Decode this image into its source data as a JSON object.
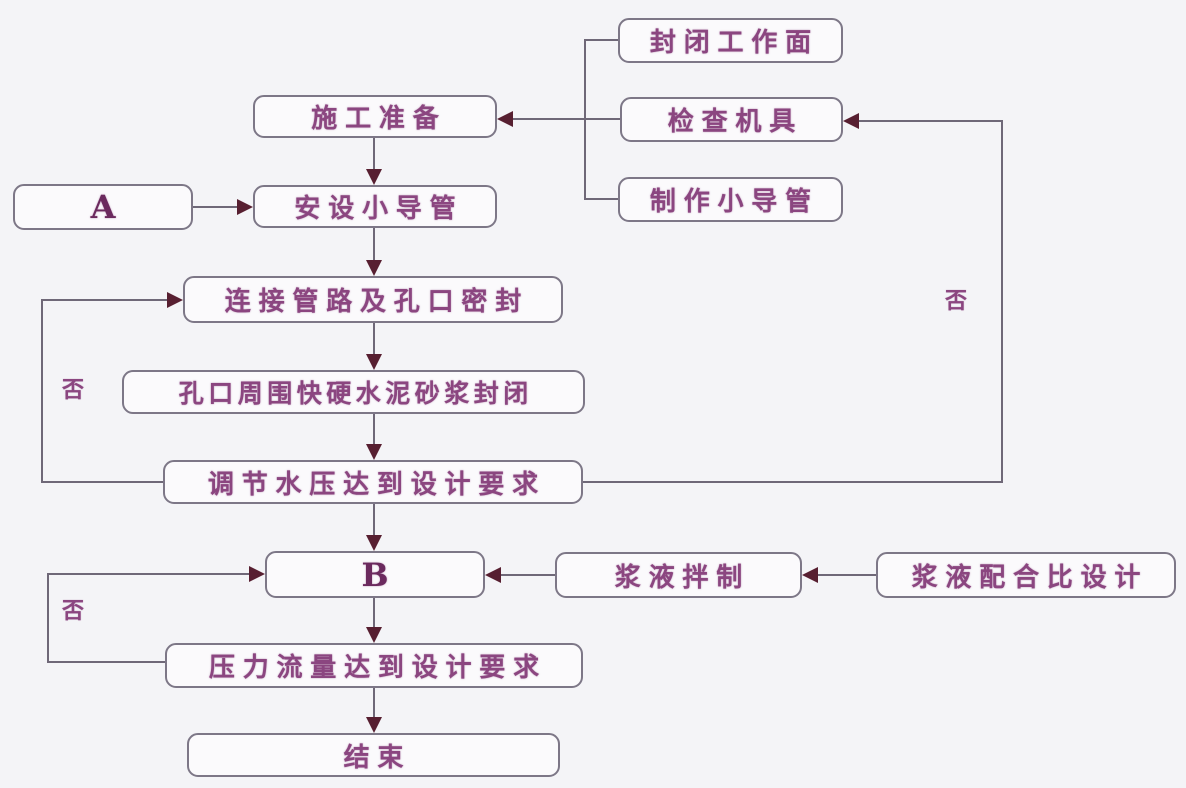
{
  "diagram_type": "flowchart",
  "colors": {
    "background": "#f4f4f7",
    "box_border": "#7d7787",
    "box_fill": "#fbfafc",
    "text": "#8b4680",
    "connector_line": "#6f6878",
    "arrowhead": "#571f31"
  },
  "nodes": {
    "seal_work_face": "封闭工作面",
    "check_equipment": "检查机具",
    "make_small_pipe": "制作小导管",
    "construction_prep": "施工准备",
    "connector_a": "A",
    "install_small_pipe": "安设小导管",
    "connect_pipeline_seal": "连接管路及孔口密封",
    "mortar_seal": "孔口周围快硬水泥砂浆封闭",
    "adjust_water_pressure": "调节水压达到设计要求",
    "connector_b": "B",
    "slurry_mixing": "浆液拌制",
    "slurry_mix_design": "浆液配合比设计",
    "pressure_flow": "压力流量达到设计要求",
    "end": "结束"
  },
  "edge_labels": {
    "no_loop_connect": "否",
    "no_loop_check": "否",
    "no_loop_b": "否"
  },
  "edges": [
    {
      "from": "seal_work_face",
      "to": "construction_prep",
      "label": ""
    },
    {
      "from": "check_equipment",
      "to": "construction_prep",
      "label": ""
    },
    {
      "from": "make_small_pipe",
      "to": "construction_prep",
      "label": ""
    },
    {
      "from": "construction_prep",
      "to": "install_small_pipe",
      "label": ""
    },
    {
      "from": "connector_a",
      "to": "install_small_pipe",
      "label": ""
    },
    {
      "from": "install_small_pipe",
      "to": "connect_pipeline_seal",
      "label": ""
    },
    {
      "from": "connect_pipeline_seal",
      "to": "mortar_seal",
      "label": ""
    },
    {
      "from": "mortar_seal",
      "to": "adjust_water_pressure",
      "label": ""
    },
    {
      "from": "adjust_water_pressure",
      "to": "connect_pipeline_seal",
      "label": "否"
    },
    {
      "from": "adjust_water_pressure",
      "to": "check_equipment",
      "label": "否"
    },
    {
      "from": "adjust_water_pressure",
      "to": "connector_b",
      "label": ""
    },
    {
      "from": "slurry_mix_design",
      "to": "slurry_mixing",
      "label": ""
    },
    {
      "from": "slurry_mixing",
      "to": "connector_b",
      "label": ""
    },
    {
      "from": "connector_b",
      "to": "pressure_flow",
      "label": ""
    },
    {
      "from": "pressure_flow",
      "to": "connector_b",
      "label": "否"
    },
    {
      "from": "pressure_flow",
      "to": "end",
      "label": ""
    }
  ]
}
